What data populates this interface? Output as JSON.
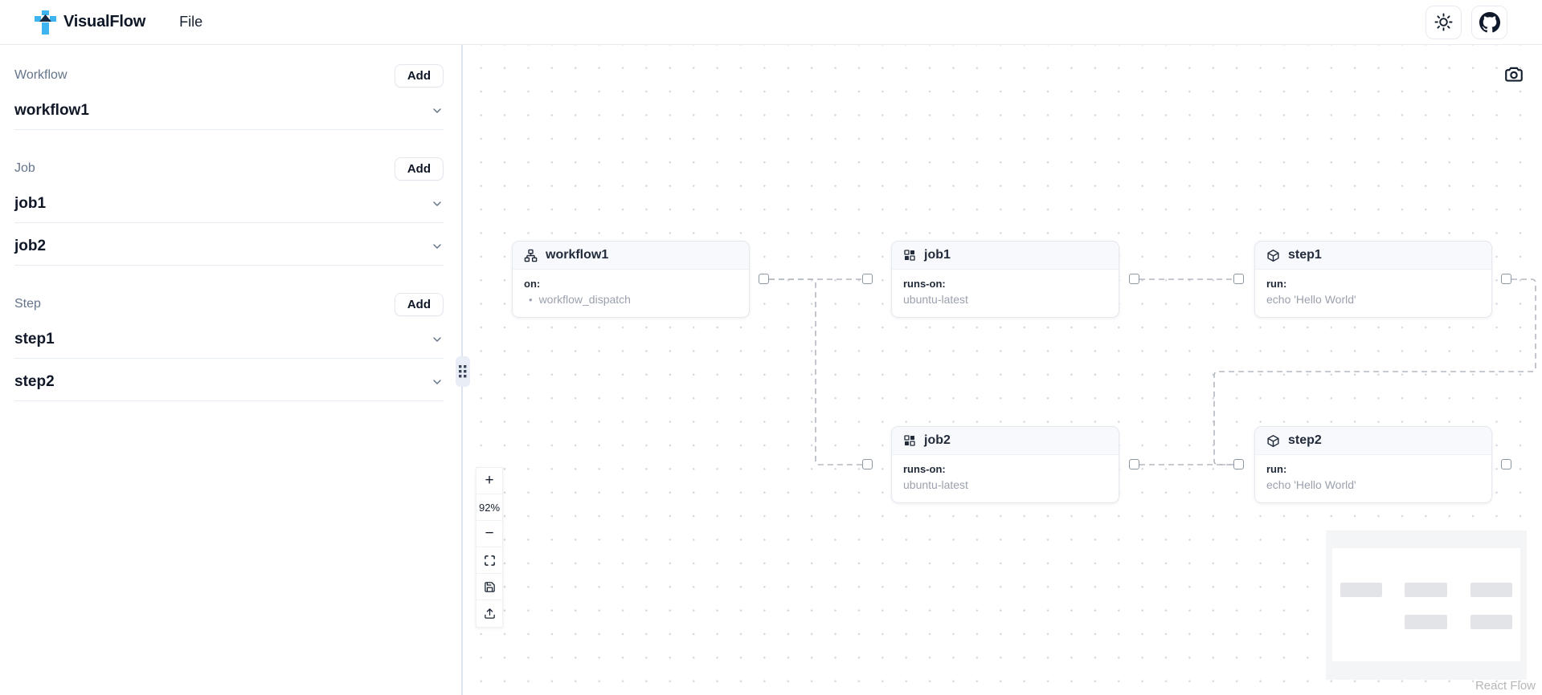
{
  "navbar": {
    "brand": "VisualFlow",
    "menu_file": "File"
  },
  "sidebar": {
    "sections": [
      {
        "label": "Workflow",
        "add_label": "Add",
        "items": [
          "workflow1"
        ]
      },
      {
        "label": "Job",
        "add_label": "Add",
        "items": [
          "job1",
          "job2"
        ]
      },
      {
        "label": "Step",
        "add_label": "Add",
        "items": [
          "step1",
          "step2"
        ]
      }
    ]
  },
  "canvas": {
    "nodes": [
      {
        "icon": "workflow-icon",
        "title": "workflow1",
        "body_label": "on:",
        "body_value": "workflow_dispatch",
        "bullet": "•"
      },
      {
        "icon": "job-icon",
        "title": "job1",
        "body_label": "runs-on:",
        "body_value": "ubuntu-latest"
      },
      {
        "icon": "step-icon",
        "title": "step1",
        "body_label": "run:",
        "body_value": "echo 'Hello World'"
      },
      {
        "icon": "job-icon",
        "title": "job2",
        "body_label": "runs-on:",
        "body_value": "ubuntu-latest"
      },
      {
        "icon": "step-icon",
        "title": "step2",
        "body_label": "run:",
        "body_value": "echo 'Hello World'"
      }
    ],
    "controls": {
      "zoom_in_label": "+",
      "zoom_level": "92%",
      "zoom_out_label": "−"
    },
    "attribution": "React Flow"
  },
  "colors": {
    "logo_blue_light": "#3db3f0",
    "logo_navy": "#16283f",
    "edge_gray": "#b3b7bf",
    "node_header_bg": "#f7f9fc",
    "divider": "#dde4ee"
  }
}
